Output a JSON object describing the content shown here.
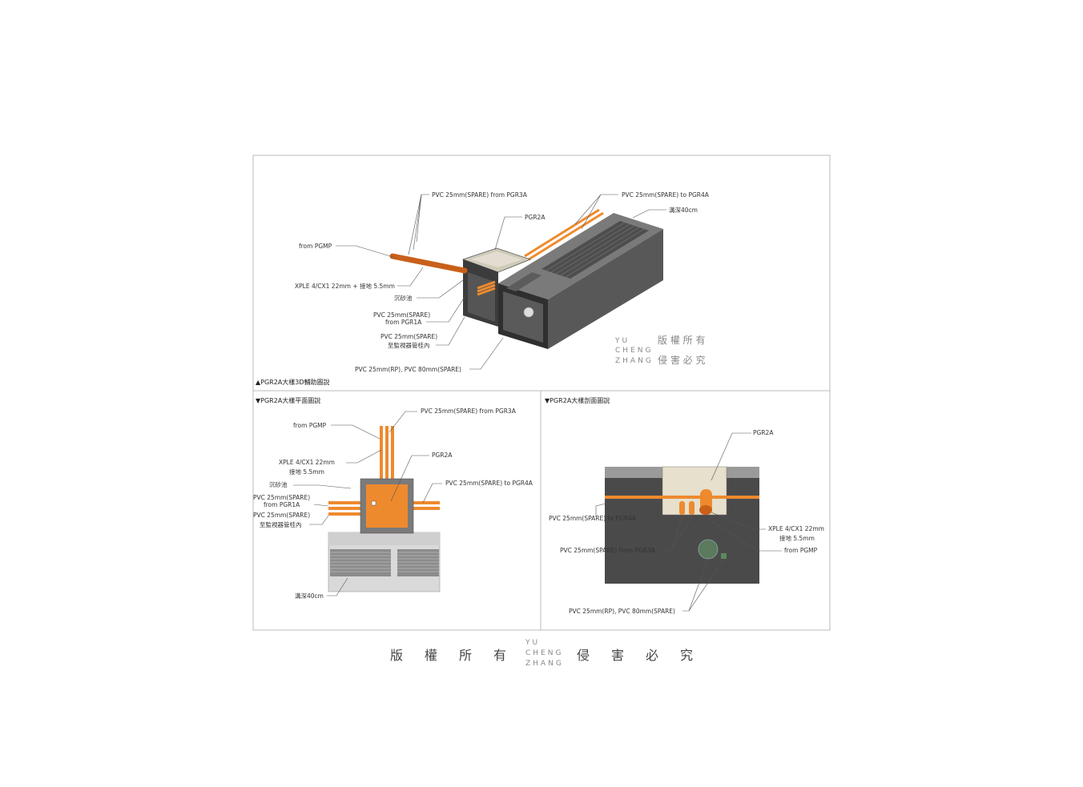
{
  "captions": {
    "top": "▲PGR2A大樣3D輔助圖說",
    "plan": "▼PGR2A大樣平面圖說",
    "section": "▼PGR2A大樣剖面圖說"
  },
  "top_view": {
    "spare_from_pgr3a": "PVC 25mm(SPARE) from PGR3A",
    "spare_to_pgr4a": "PVC 25mm(SPARE) to PGR4A",
    "pgr2a": "PGR2A",
    "trench_depth": "溝深40cm",
    "from_pgmp": "from PGMP",
    "xple": "XPLE 4/CX1 22mm + 接地 5.5mm",
    "sand_pit": "沉砂池",
    "spare_from_pgr1a_l1": "PVC 25mm(SPARE)",
    "spare_from_pgr1a_l2": "from PGR1A",
    "spare_monitor_l1": "PVC 25mm(SPARE)",
    "spare_monitor_l2": "至監視器管桂內",
    "rp": "PVC 25mm(RP), PVC 80mm(SPARE)"
  },
  "plan_view": {
    "spare_from_pgr3a": "PVC 25mm(SPARE) from PGR3A",
    "from_pgmp": "from PGMP",
    "xple_l1": "XPLE 4/CX1 22mm",
    "xple_l2": "接地 5.5mm",
    "pgr2a": "PGR2A",
    "sand_pit": "沉砂池",
    "spare_to_pgr4a": "PVC 25mm(SPARE) to PGR4A",
    "spare_from_pgr1a_l1": "PVC 25mm(SPARE)",
    "spare_from_pgr1a_l2": "from PGR1A",
    "spare_monitor_l1": "PVC 25mm(SPARE)",
    "spare_monitor_l2": "至監視器管桂內",
    "trench_depth": "溝深40cm"
  },
  "section_view": {
    "pgr2a": "PGR2A",
    "spare_to_pgr4a": "PVC 25mm(SPARE) to PGR4A",
    "xple_l1": "XPLE 4/CX1 22mm",
    "xple_l2": "接地 5.5mm",
    "spare_from_pgr3a": "PVC 25mm(SPARE) from PGR3A",
    "from_pgmp": "from PGMP",
    "rp": "PVC 25mm(RP), PVC 80mm(SPARE)"
  },
  "watermark_inner": {
    "yu": "YU",
    "cheng": "CHENG",
    "zhang": "ZHANG",
    "row1": "版 權 所 有",
    "row2": "侵 害 必 究"
  },
  "watermark_bottom": {
    "left": [
      "版",
      "權",
      "所",
      "有"
    ],
    "yu": "YU",
    "cheng": "CHENG",
    "zhang": "ZHANG",
    "right": [
      "侵",
      "害",
      "必",
      "究"
    ]
  },
  "colors": {
    "orange": "#EE8A2E",
    "dark_orange": "#C9601A",
    "concrete_dark": "#4A4A4A",
    "concrete_mid": "#6E6E6E",
    "box_fill": "#D8D4C4"
  }
}
